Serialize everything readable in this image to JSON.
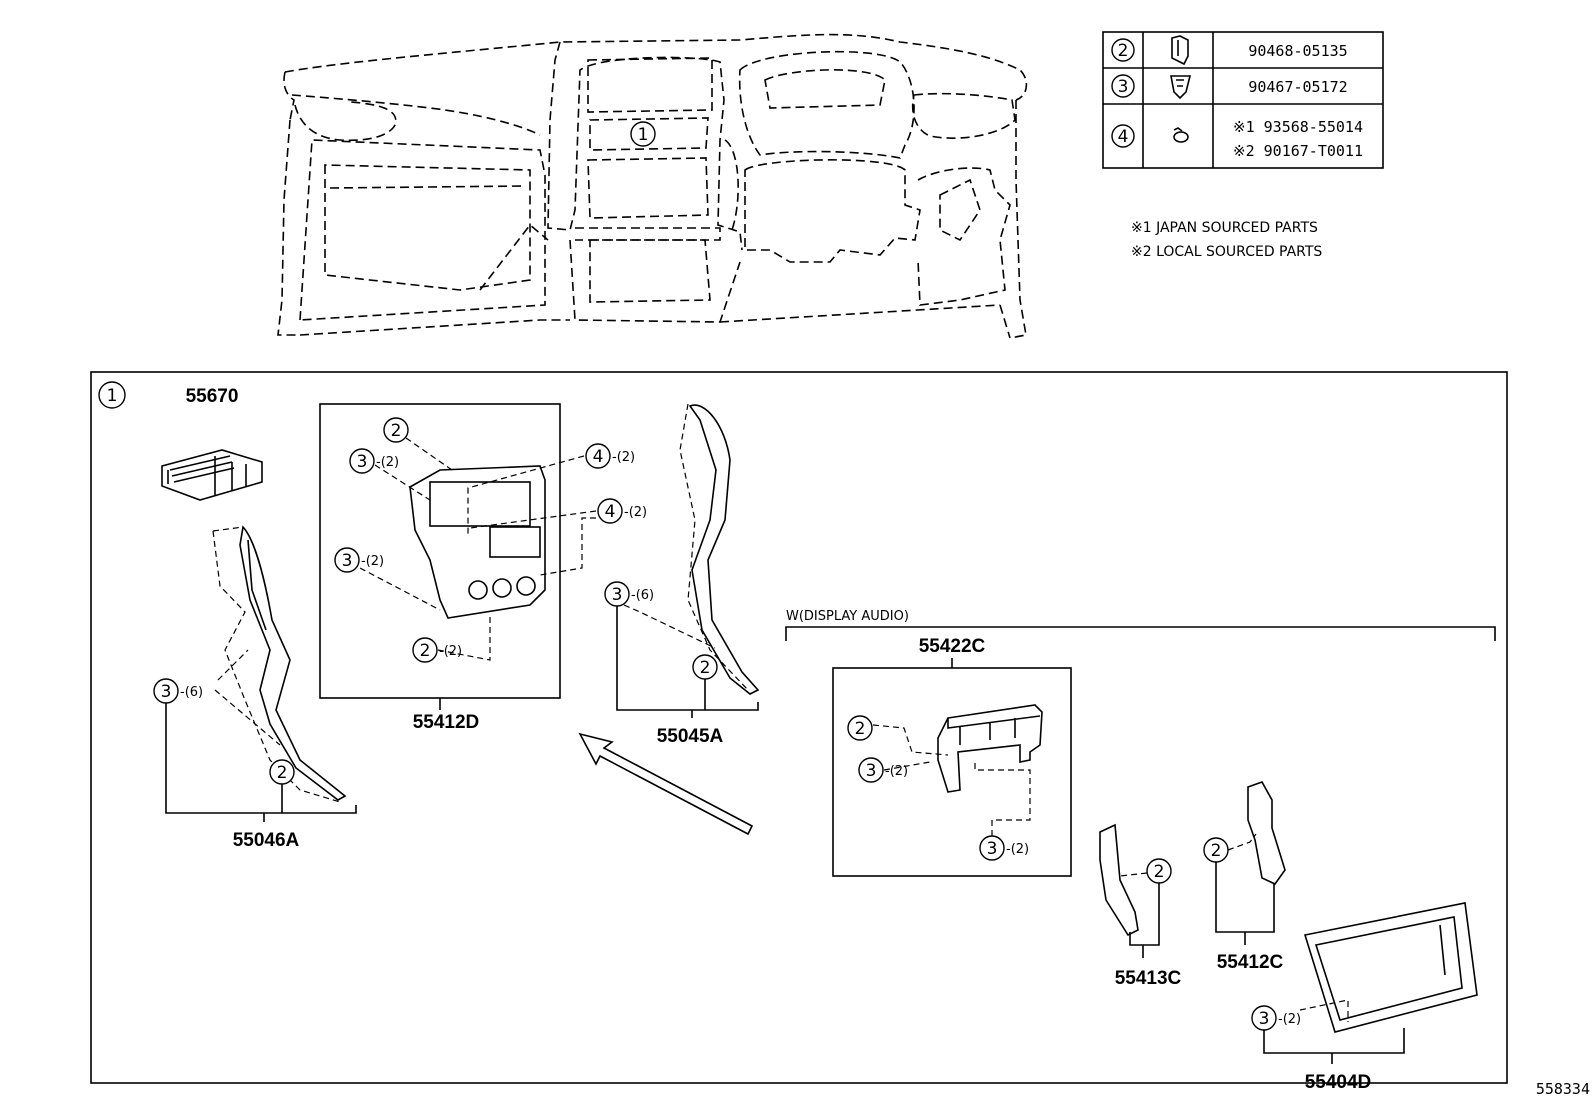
{
  "legend_table": {
    "rows": [
      {
        "ref": "2",
        "icon": "clip-icon",
        "part": "90468-05135"
      },
      {
        "ref": "3",
        "icon": "fastener-clip-icon",
        "part": "90467-05172"
      },
      {
        "ref": "4",
        "icon": "screw-icon",
        "part_line1": "※1 93568-55014",
        "part_line2": "※2 90167-T0011"
      }
    ]
  },
  "notes": {
    "note1": "※1 JAPAN SOURCED PARTS",
    "note2": "※2 LOCAL SOURCED PARTS"
  },
  "detail": {
    "ref": "1",
    "group_label": "W(DISPLAY AUDIO)"
  },
  "dashboard_callout": "1",
  "parts": {
    "p55670": "55670",
    "p55412D": "55412D",
    "p55045A": "55045A",
    "p55046A": "55046A",
    "p55422C": "55422C",
    "p55413C": "55413C",
    "p55412C": "55412C",
    "p55404D": "55404D"
  },
  "qty": {
    "q2": "-(2)",
    "q6": "-(6)"
  },
  "refs": {
    "r2": "2",
    "r3": "3",
    "r4": "4"
  },
  "figure_id": "558334"
}
